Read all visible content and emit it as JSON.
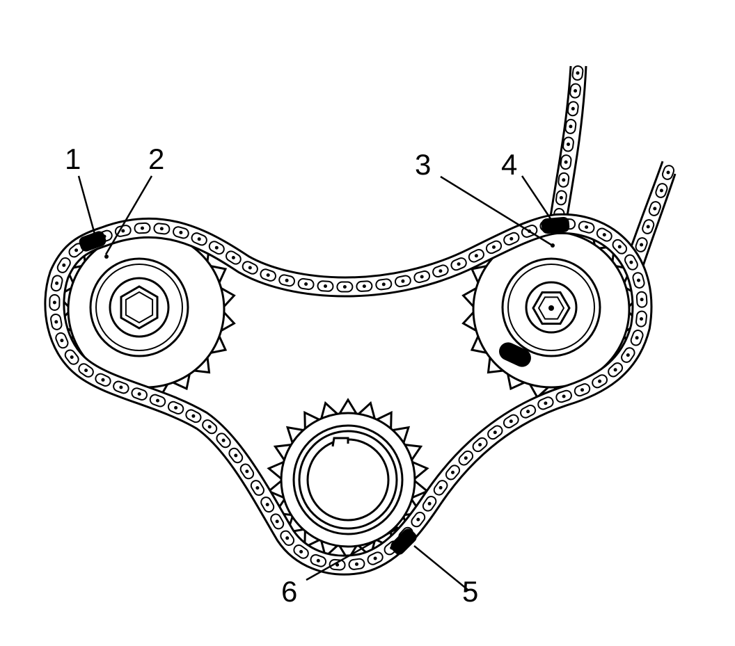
{
  "colors": {
    "ink": "#000000",
    "paper": "#ffffff"
  },
  "components": [
    {
      "id": "cam-sprocket-left",
      "name": "left-camshaft-sprocket",
      "teeth": 20,
      "center_icon": "hex-bolt-icon"
    },
    {
      "id": "cam-sprocket-right",
      "name": "right-camshaft-sprocket",
      "teeth": 20,
      "center_icon": "hex-bolt-icon"
    },
    {
      "id": "crank-sprocket",
      "name": "crankshaft-sprocket",
      "teeth": 22,
      "center_icon": "keyed-bore-icon"
    }
  ],
  "callouts": [
    {
      "label": "1",
      "target": "left-chain-timing-link"
    },
    {
      "label": "2",
      "target": "left-sprocket-timing-mark"
    },
    {
      "label": "3",
      "target": "right-sprocket-timing-mark"
    },
    {
      "label": "4",
      "target": "right-chain-timing-link"
    },
    {
      "label": "5",
      "target": "lower-chain-timing-link"
    },
    {
      "label": "6",
      "target": "crank-sprocket-timing-mark"
    }
  ]
}
